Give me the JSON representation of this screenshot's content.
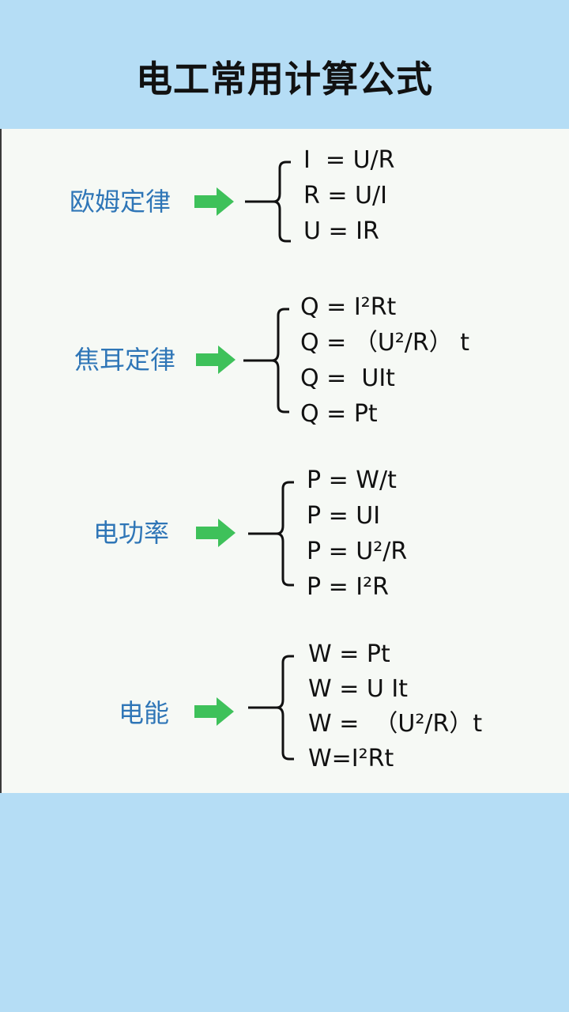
{
  "title": "电工常用计算公式",
  "colors": {
    "background": "#b5ddf5",
    "panel": "#f6f9f5",
    "label": "#2f76b7",
    "arrow": "#3ec15a",
    "text": "#111111"
  },
  "groups": [
    {
      "label": "欧姆定律",
      "formulas": [
        "I  = U/R",
        "R = U/I",
        "U = IR"
      ]
    },
    {
      "label": "焦耳定律",
      "formulas": [
        "Q = I²Rt",
        "Q = （U²/R） t",
        "Q =  UIt",
        "Q = Pt"
      ]
    },
    {
      "label": "电功率",
      "formulas": [
        "P = W/t",
        "P = UI",
        "P = U²/R",
        "P = I²R"
      ]
    },
    {
      "label": "电能",
      "formulas": [
        "W = Pt",
        "W = U It",
        "W =  （U²/R）t",
        "W=I²Rt"
      ]
    }
  ]
}
